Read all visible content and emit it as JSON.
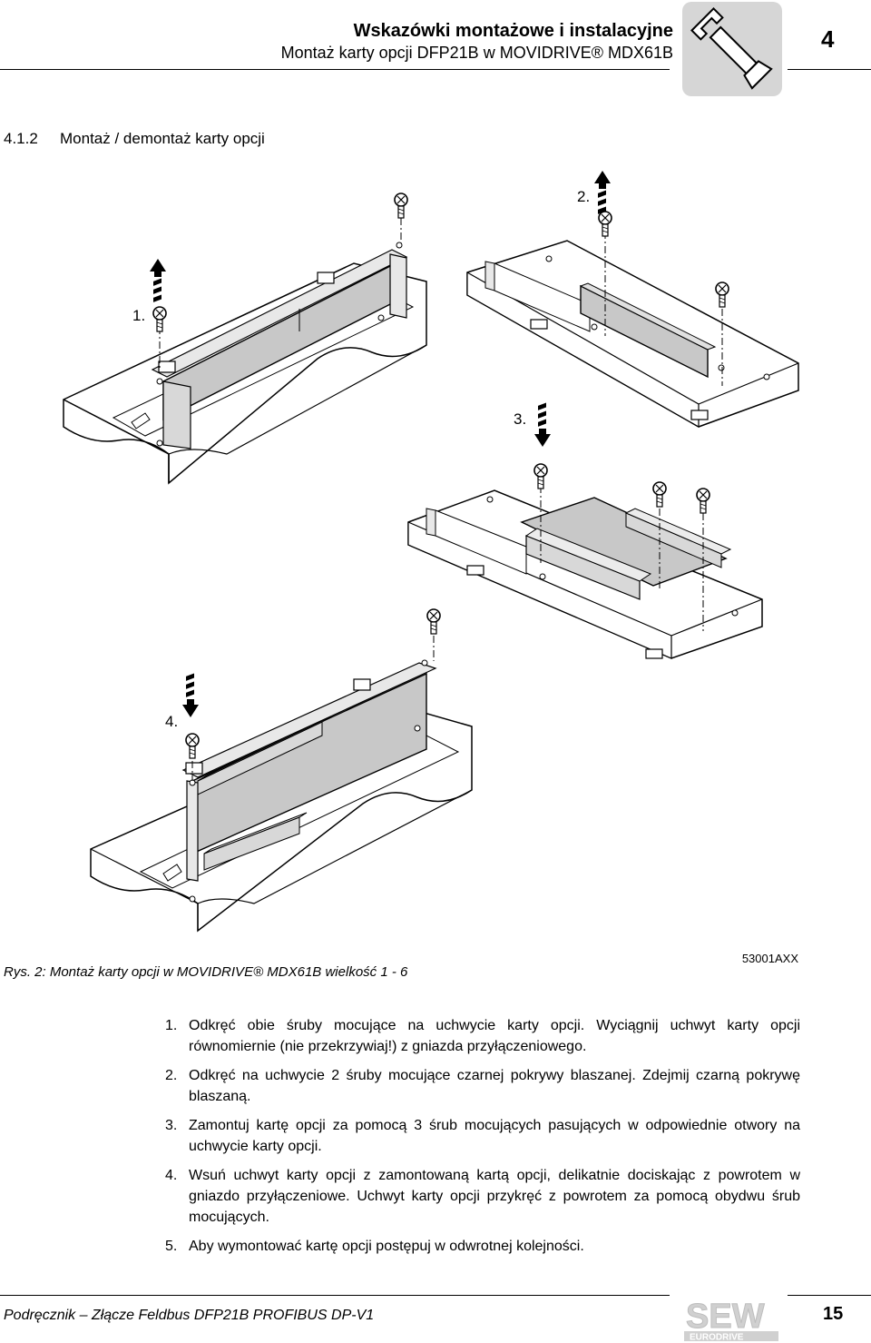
{
  "header": {
    "title": "Wskazówki montażowe i instalacyjne",
    "subtitle": "Montaż karty opcji DFP21B w MOVIDRIVE® MDX61B",
    "chapter_number": "4",
    "chapter_icon": "wrench-icon"
  },
  "section": {
    "number": "4.1.2",
    "title": "Montaż / demontaż karty opcji"
  },
  "figure": {
    "step_labels": [
      "1.",
      "2.",
      "3.",
      "4."
    ],
    "caption": "Rys. 2: Montaż karty opcji w MOVIDRIVE® MDX61B wielkość 1 - 6",
    "code": "53001AXX"
  },
  "steps": [
    {
      "num": "1.",
      "text": "Odkręć obie śruby mocujące na uchwycie karty opcji. Wyciągnij uchwyt karty opcji równomiernie (nie przekrzywiaj!) z gniazda przyłączeniowego."
    },
    {
      "num": "2.",
      "text": "Odkręć na uchwycie 2 śruby mocujące czarnej pokrywy blaszanej. Zdejmij czarną pokrywę blaszaną."
    },
    {
      "num": "3.",
      "text": "Zamontuj kartę opcji za pomocą 3 śrub mocujących pasujących w odpowiednie otwory na uchwycie karty opcji."
    },
    {
      "num": "4.",
      "text": "Wsuń uchwyt karty opcji z zamontowaną kartą opcji, delikatnie dociskając z powrotem w gniazdo przyłączeniowe. Uchwyt karty opcji przykręć z powrotem za pomocą obydwu śrub mocujących."
    },
    {
      "num": "5.",
      "text": "Aby wymontować kartę opcji postępuj w odwrotnej kolejności."
    }
  ],
  "footer": {
    "text": "Podręcznik – Złącze Feldbus DFP21B PROFIBUS DP-V1",
    "page": "15",
    "logo_text": "SEW",
    "logo_subtext": "EURODRIVE"
  }
}
